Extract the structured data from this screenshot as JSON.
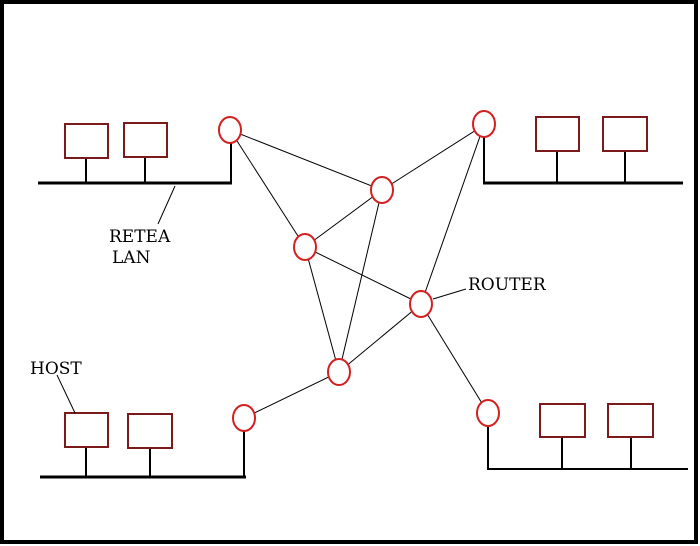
{
  "labels": {
    "lan": [
      "RETEA",
      "LAN"
    ],
    "router": "ROUTER",
    "host": "HOST"
  },
  "colors": {
    "host_box": "#7a1a1a",
    "router_circle": "#d42020",
    "line": "#000000",
    "frame": "#000000"
  },
  "icons": {
    "host": "computer-host-box",
    "router": "router-circle"
  }
}
